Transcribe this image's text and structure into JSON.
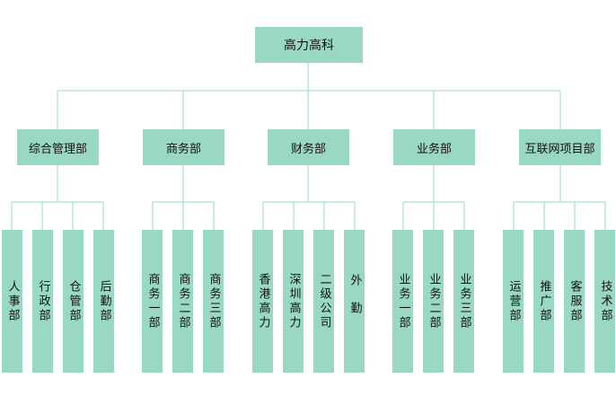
{
  "org": {
    "root": "高力高科",
    "departments": [
      {
        "name": "综合管理部",
        "children": [
          "人事部",
          "行政部",
          "仓管部",
          "后勤部"
        ]
      },
      {
        "name": "商务部",
        "children": [
          "商务一部",
          "商务二部",
          "商务三部"
        ]
      },
      {
        "name": "财务部",
        "children": [
          "香港高力",
          "深圳高力",
          "二级公司",
          "外勤"
        ]
      },
      {
        "name": "业务部",
        "children": [
          "业务一部",
          "业务二部",
          "业务三部"
        ]
      },
      {
        "name": "互联网项目部",
        "children": [
          "运营部",
          "推广部",
          "客服部",
          "技术部"
        ]
      }
    ],
    "colors": {
      "node_fill": "#99d8c3",
      "line": "#99d8c3"
    }
  }
}
